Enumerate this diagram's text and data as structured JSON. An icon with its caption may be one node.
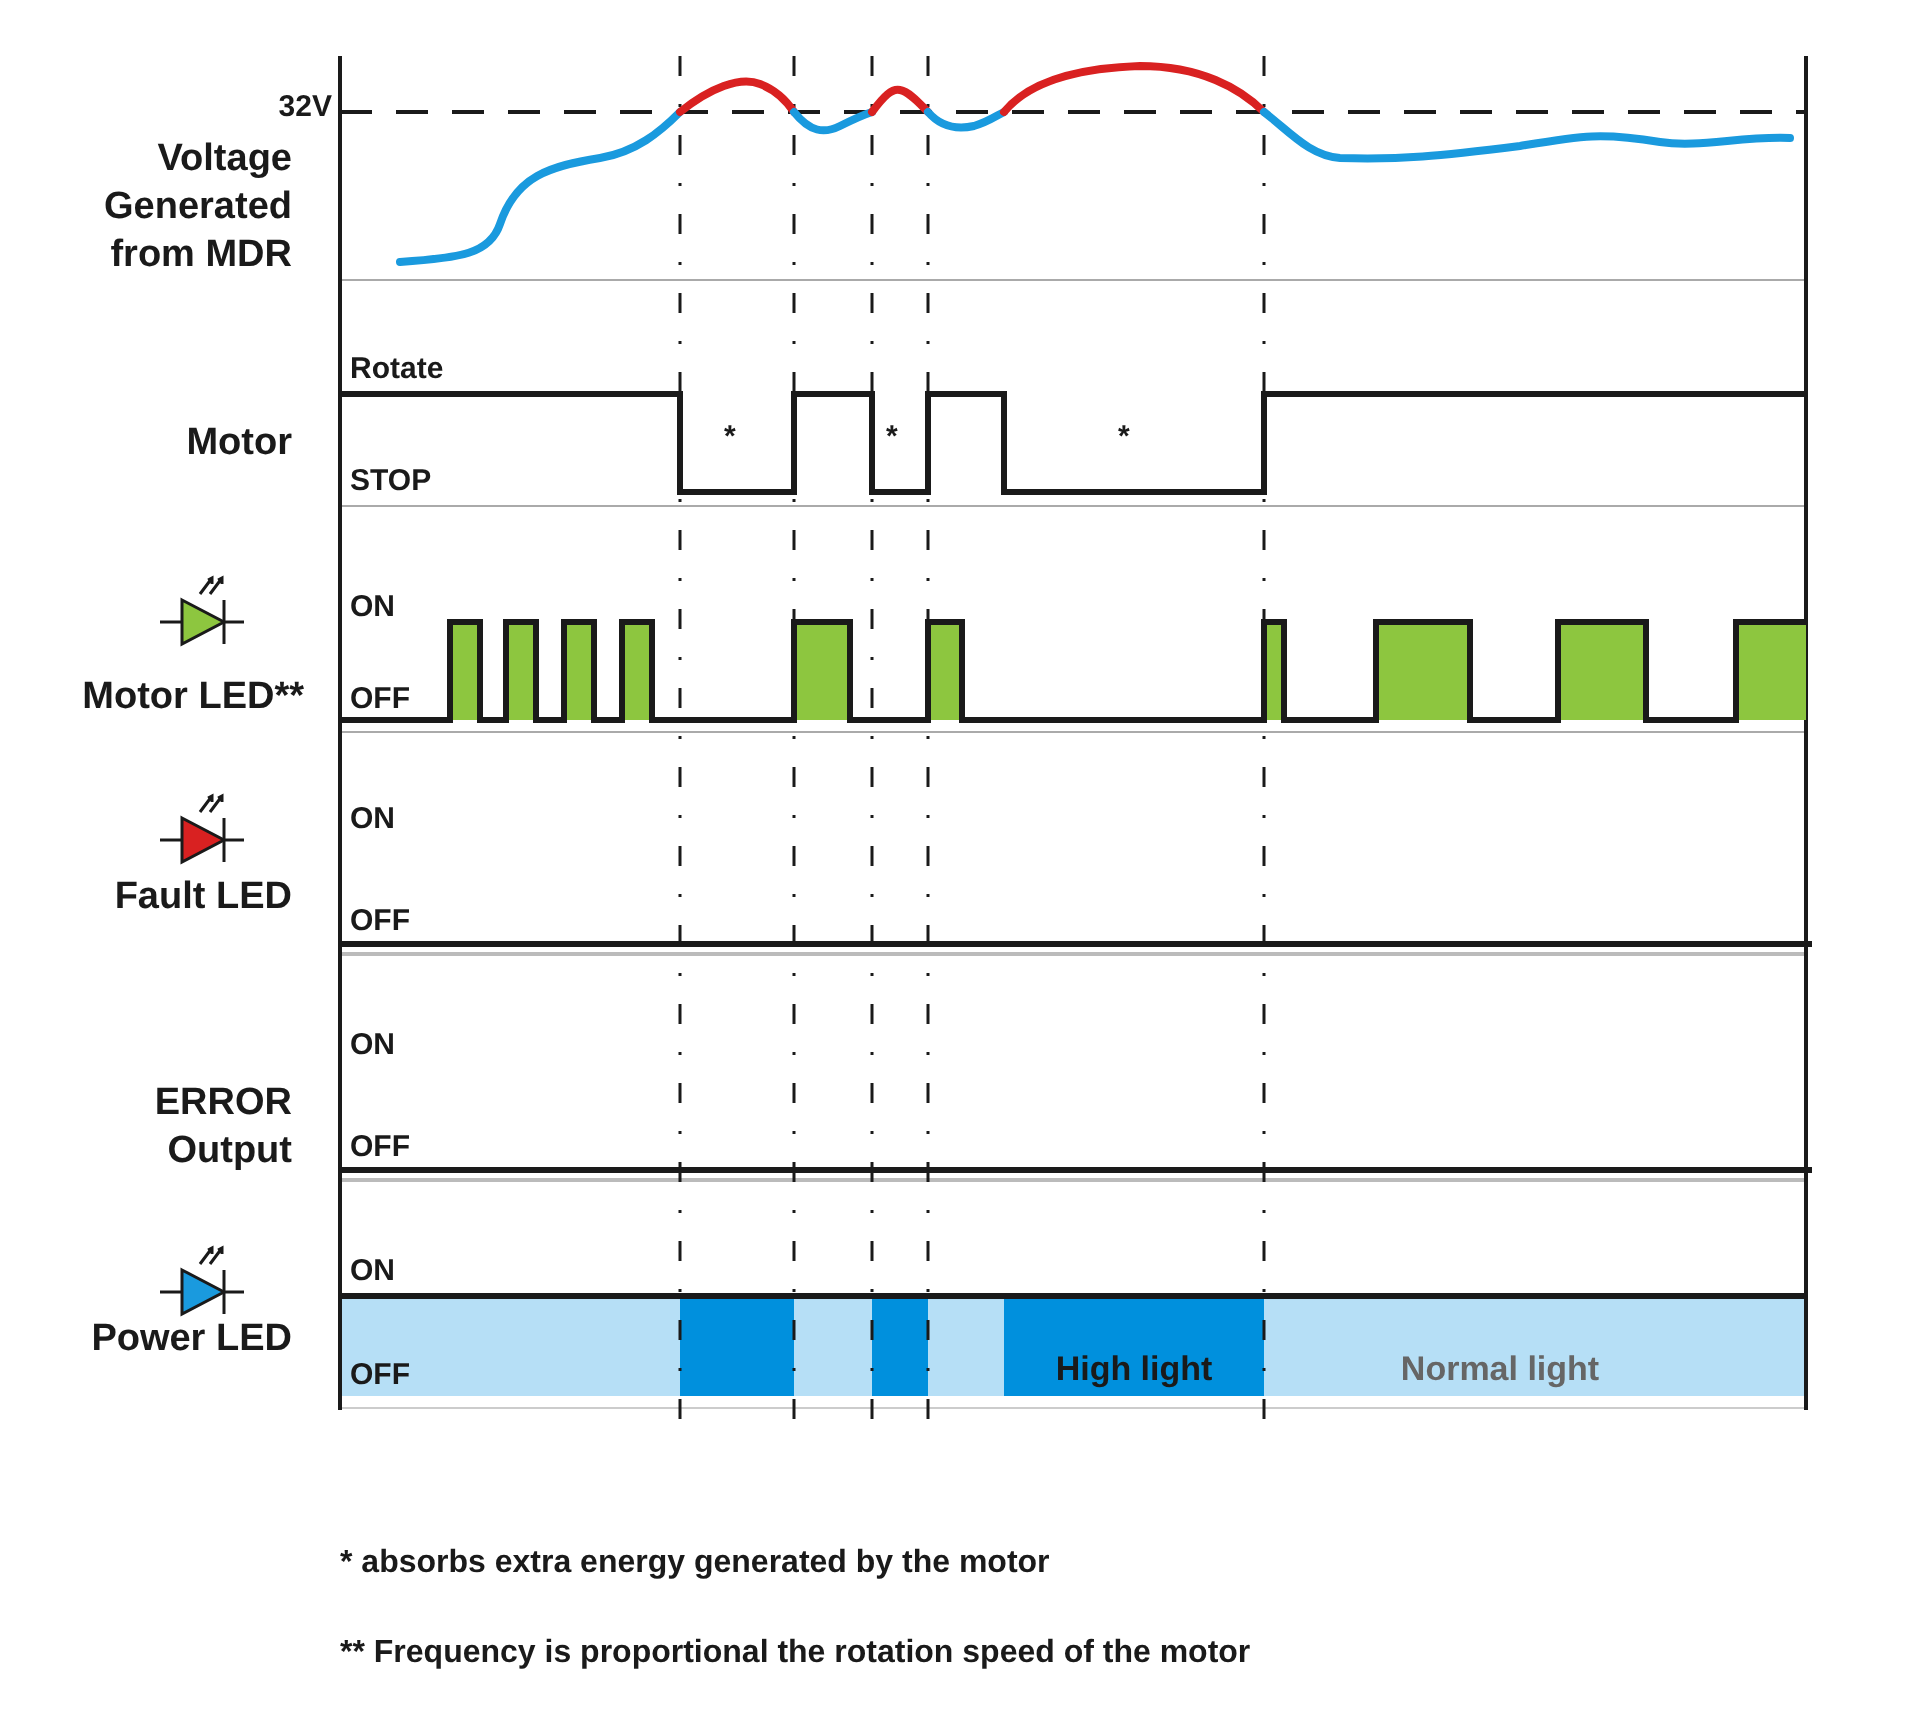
{
  "diagram": {
    "labels": [
      "32V",
      "Voltage Generated from MDR",
      "Rotate",
      "Motor",
      "*",
      "*",
      "*",
      "STOP",
      "ON",
      "Motor LED**",
      "OFF",
      "ON",
      "Fault LED",
      "OFF",
      "ON",
      "ERROR Output",
      "OFF",
      "ON",
      "Power LED",
      "OFF",
      "High light",
      "Normal light",
      "* absorbs extra energy generated by the motor",
      "** Frequency is proportional the rotation speed of the motor"
    ]
  }
}
